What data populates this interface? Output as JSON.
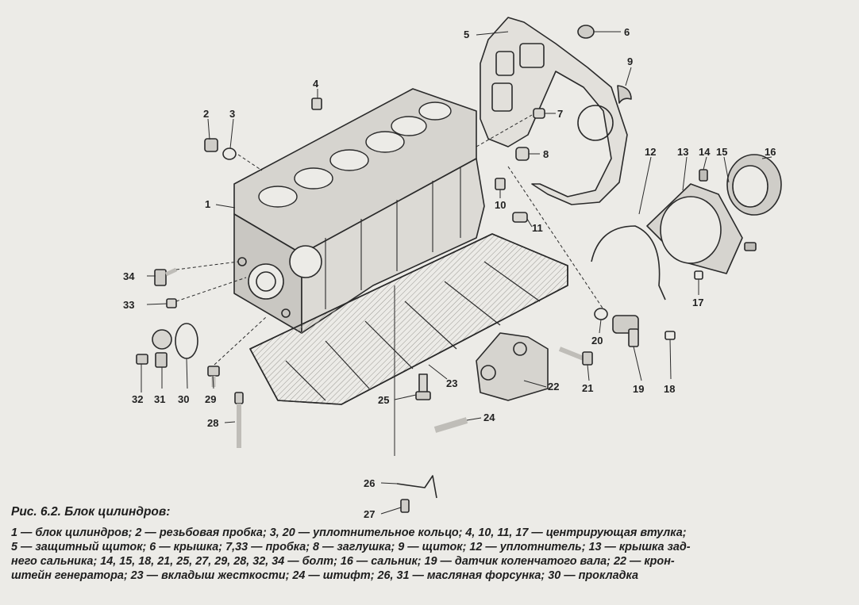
{
  "figure": {
    "title": "Рис. 6.2. Блок цилиндров:",
    "legend_lines": [
      "1 — блок цилиндров; 2 — резьбовая пробка; 3, 20 — уплотнительное кольцо; 4, 10, 11, 17 — центрирующая втулка;",
      "5 — защитный щиток; 6 — крышка; 7,33 — пробка; 8 — заглушка; 9 — щиток; 12 — уплотнитель; 13 — крышка зад-",
      "него сальника; 14, 15, 18, 21, 25, 27, 29, 28, 32, 34 — болт; 16 — сальник; 19 — датчик коленчатого вала; 22 — крон-",
      "штейн генератора; 23 — вкладыш жесткости; 24 — штифт; 26, 31 — масляная форсунка; 30 — прокладка"
    ]
  },
  "callouts": [
    "1",
    "2",
    "3",
    "4",
    "5",
    "6",
    "7",
    "8",
    "9",
    "10",
    "11",
    "12",
    "13",
    "14",
    "15",
    "16",
    "17",
    "18",
    "19",
    "20",
    "21",
    "22",
    "23",
    "24",
    "25",
    "26",
    "27",
    "28",
    "29",
    "30",
    "31",
    "32",
    "33",
    "34"
  ],
  "colors": {
    "background": "#ecebe7",
    "ink": "#2a2a2a",
    "shade": "#cfcdc8"
  }
}
